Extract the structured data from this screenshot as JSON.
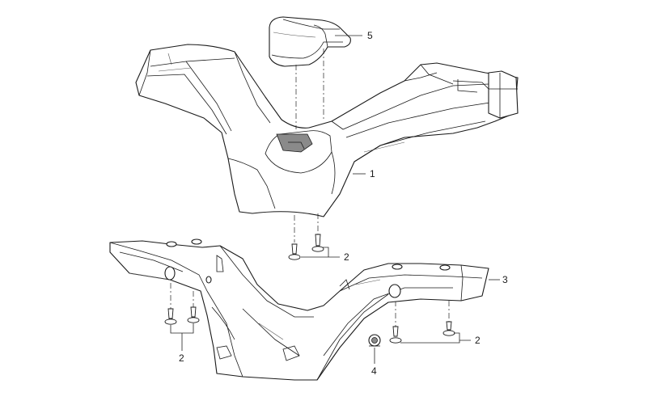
{
  "callouts": {
    "part_1": "1",
    "part_2a": "2",
    "part_2b": "2",
    "part_2c": "2",
    "part_3": "3",
    "part_4": "4",
    "part_5": "5"
  }
}
